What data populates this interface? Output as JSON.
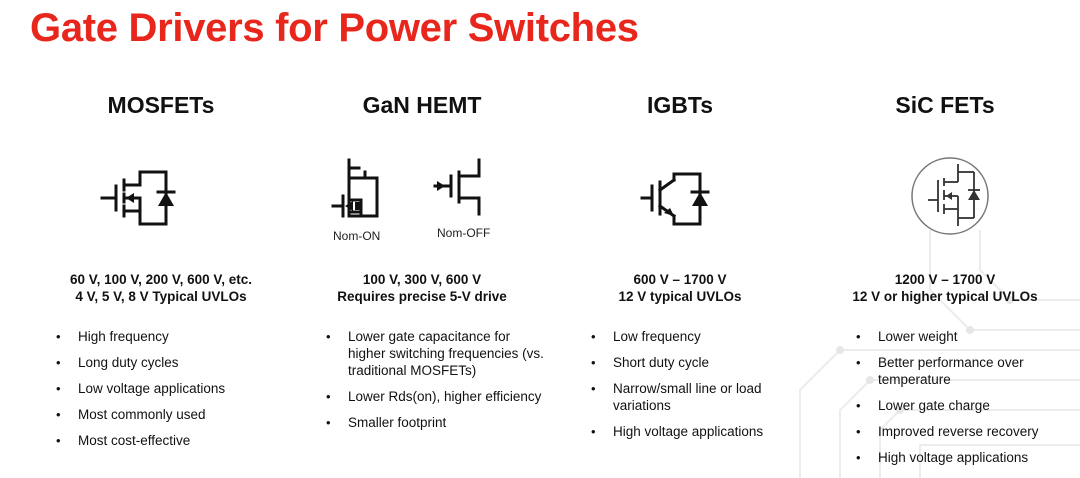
{
  "title": "Gate Drivers for Power Switches",
  "columns": [
    {
      "heading": "MOSFETs",
      "specs": [
        "60 V, 100 V, 200 V, 600 V, etc.",
        "4 V, 5 V, 8 V Typical UVLOs"
      ],
      "symbols": [
        {
          "icon": "mosfet-symbol-icon"
        }
      ],
      "bullets": [
        "High frequency",
        "Long duty cycles",
        "Low voltage applications",
        "Most commonly used",
        "Most cost-effective"
      ]
    },
    {
      "heading": "GaN HEMT",
      "specs": [
        "100 V, 300 V, 600 V",
        "Requires precise 5-V drive"
      ],
      "symbols": [
        {
          "icon": "gan-depletion-mode-icon",
          "label": "Nom-ON"
        },
        {
          "icon": "gan-enhancement-mode-icon",
          "label": "Nom-OFF"
        }
      ],
      "bullets": [
        "Lower gate capacitance for higher switching frequencies (vs. traditional MOSFETs)",
        "Lower Rds(on), higher efficiency",
        "Smaller footprint"
      ]
    },
    {
      "heading": "IGBTs",
      "specs": [
        "600 V – 1700 V",
        "12 V typical UVLOs"
      ],
      "symbols": [
        {
          "icon": "igbt-symbol-icon"
        }
      ],
      "bullets": [
        "Low frequency",
        "Short duty cycle",
        "Narrow/small line or load variations",
        "High voltage applications"
      ]
    },
    {
      "heading": "SiC FETs",
      "specs": [
        "1200 V – 1700 V",
        "12 V or higher typical UVLOs"
      ],
      "symbols": [
        {
          "icon": "sic-fet-symbol-icon"
        }
      ],
      "bullets": [
        "Lower weight",
        "Better performance over temperature",
        "Lower gate charge",
        "Improved reverse recovery",
        "High voltage applications"
      ]
    }
  ],
  "colors": {
    "title": "#e8261c",
    "text": "#111111",
    "background": "#ffffff",
    "trace": "#ececec"
  }
}
